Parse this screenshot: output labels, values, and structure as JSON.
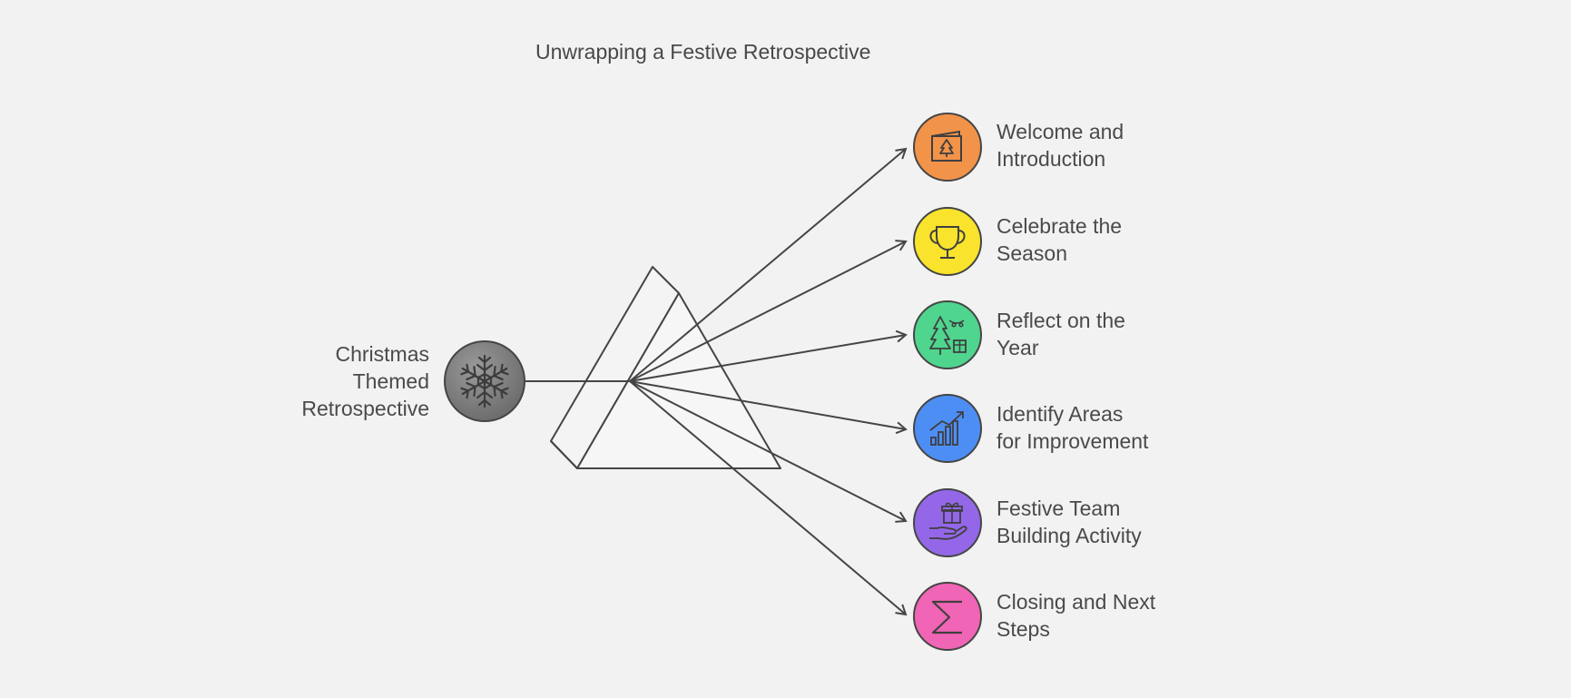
{
  "title": "Unwrapping a Festive Retrospective",
  "source": {
    "lines": [
      "Christmas",
      "Themed",
      "Retrospective"
    ],
    "icon": "snowflake-icon",
    "color": "#7a7a7a"
  },
  "items": [
    {
      "lines": [
        "Welcome and",
        "Introduction"
      ],
      "icon": "greeting-card-tree-icon",
      "color": "#f2934a"
    },
    {
      "lines": [
        "Celebrate the",
        "Season"
      ],
      "icon": "trophy-icon",
      "color": "#f9e32c"
    },
    {
      "lines": [
        "Reflect on the",
        "Year"
      ],
      "icon": "christmas-tree-lights-gift-icon",
      "color": "#4fd58e"
    },
    {
      "lines": [
        "Identify Areas",
        "for Improvement"
      ],
      "icon": "growth-chart-icon",
      "color": "#4d8ef5"
    },
    {
      "lines": [
        "Festive Team",
        "Building Activity"
      ],
      "icon": "gift-in-hand-icon",
      "color": "#9467e8"
    },
    {
      "lines": [
        "Closing and Next",
        "Steps"
      ],
      "icon": "sigma-icon",
      "color": "#f065b5"
    }
  ]
}
